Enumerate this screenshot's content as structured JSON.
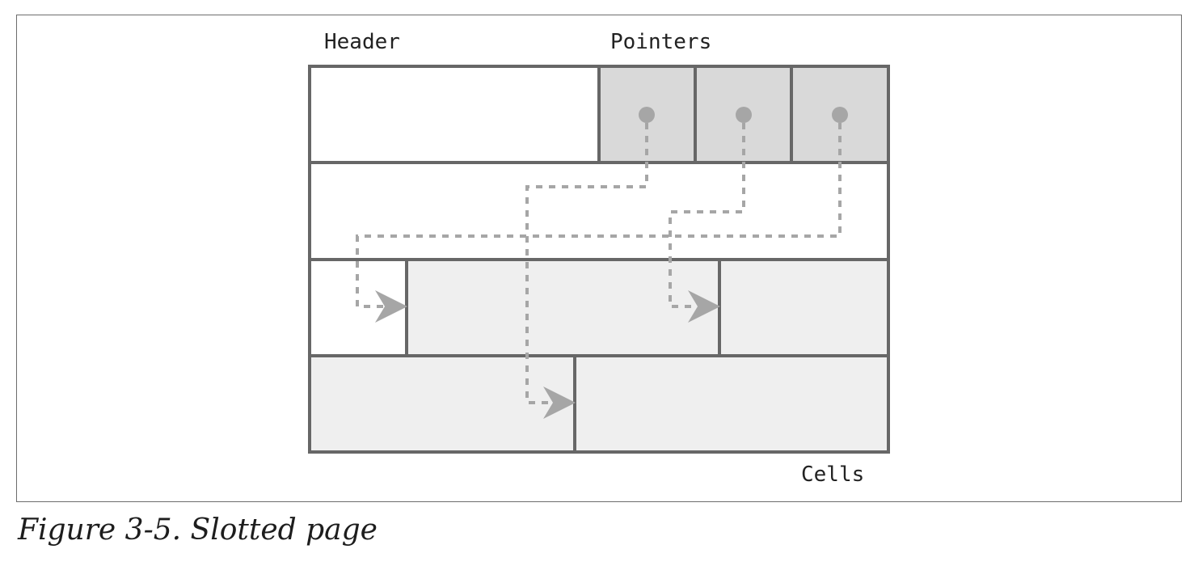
{
  "labels": {
    "header": "Header",
    "pointers": "Pointers",
    "cells": "Cells"
  },
  "caption": "Figure 3-5. Slotted page",
  "colors": {
    "border": "#676767",
    "pointer_fill": "#d9d9d9",
    "cell_fill": "#efefef",
    "arrow": "#a6a6a6",
    "background": "#ffffff"
  },
  "diagram": {
    "pointer_slot_count": 3,
    "cell_count": 5,
    "arrow_count": 3
  }
}
